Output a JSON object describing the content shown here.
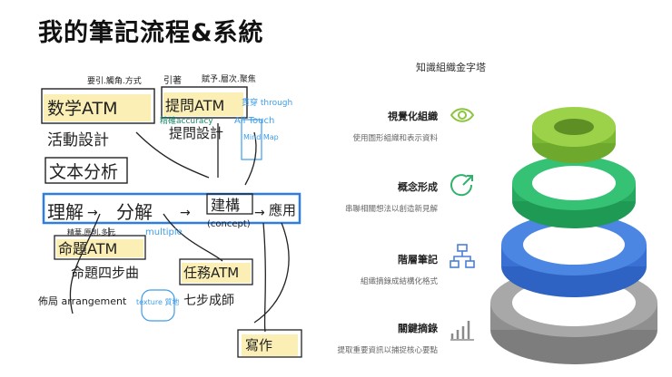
{
  "title": "我的筆記流程&系統",
  "pyramid": {
    "heading": "知識組織金字塔",
    "levels": [
      {
        "title": "視覺化組織",
        "desc": "使用圖形組織和表示資料",
        "icon": "eye-icon",
        "color": "#8cc43f"
      },
      {
        "title": "概念形成",
        "desc": "串聯相關想法以創造新見解",
        "icon": "arrow-icon",
        "color": "#2fb36b"
      },
      {
        "title": "階層筆記",
        "desc": "組織摘錄成結構化格式",
        "icon": "hierarchy-icon",
        "color": "#4a7fd9"
      },
      {
        "title": "關鍵摘錄",
        "desc": "提取重要資訊以捕捉核心要點",
        "icon": "bar-chart-icon",
        "color": "#8a8a8a"
      }
    ]
  },
  "sketch": {
    "top_note_1": "要引.觸角.方式",
    "top_note_2": "引著",
    "top_note_3": "賦予.層次.聚焦",
    "atm_math": "数学ATM",
    "atm_ask": "提問ATM",
    "tag_accuracy": "精確accuracy",
    "tag_through": "貫穿 through",
    "tag_all_touch": "All Touch",
    "activity_design": "活動設計",
    "question_design": "提問設計",
    "mind_map": "Mind Map",
    "text_analysis": "文本分析",
    "understand": "理解",
    "analyze": "分解",
    "construct": "建構",
    "concept": "(concept)",
    "apply": "應用",
    "multi_note": "精華.原則.多元",
    "multiple": "multiple",
    "atm_mingti": "命題ATM",
    "mingti_four": "命題四步曲",
    "arrangement": "佈局 arrangement",
    "texture": "texture 質地",
    "atm_task": "任務ATM",
    "seven_step": "七步成師",
    "writing": "寫作"
  }
}
